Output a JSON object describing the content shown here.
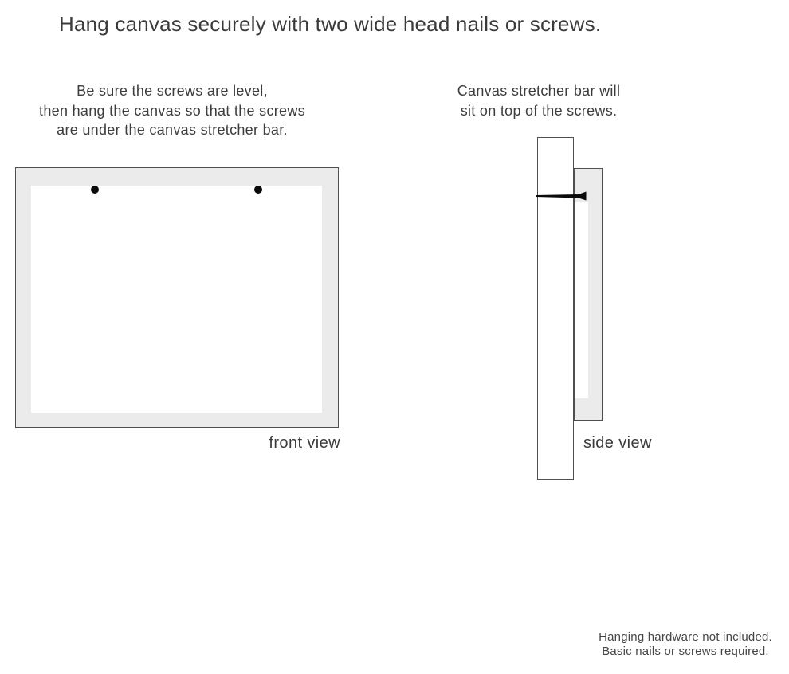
{
  "page": {
    "title": "Hang canvas securely with two wide head nails or screws."
  },
  "front_view": {
    "instructions": [
      "Be sure the screws are level,",
      "then hang the canvas so that the screws",
      "are under the canvas stretcher bar."
    ],
    "caption": "front view"
  },
  "side_view": {
    "instructions": [
      "Canvas stretcher bar will",
      "sit on top of the screws."
    ],
    "caption": "side view"
  },
  "footer": {
    "note_lines": [
      "Hanging hardware not included.",
      "Basic nails or screws required."
    ]
  },
  "icons": {
    "screw_front": "filled-circle-screw-head",
    "nail_side": "nail-side-profile-pointing-left"
  },
  "colors": {
    "background": "#ffffff",
    "canvas_fill": "#ebebeb",
    "outline": "#4f4f4f",
    "text": "#3d3d3d",
    "nail": "#0a0a0a"
  }
}
